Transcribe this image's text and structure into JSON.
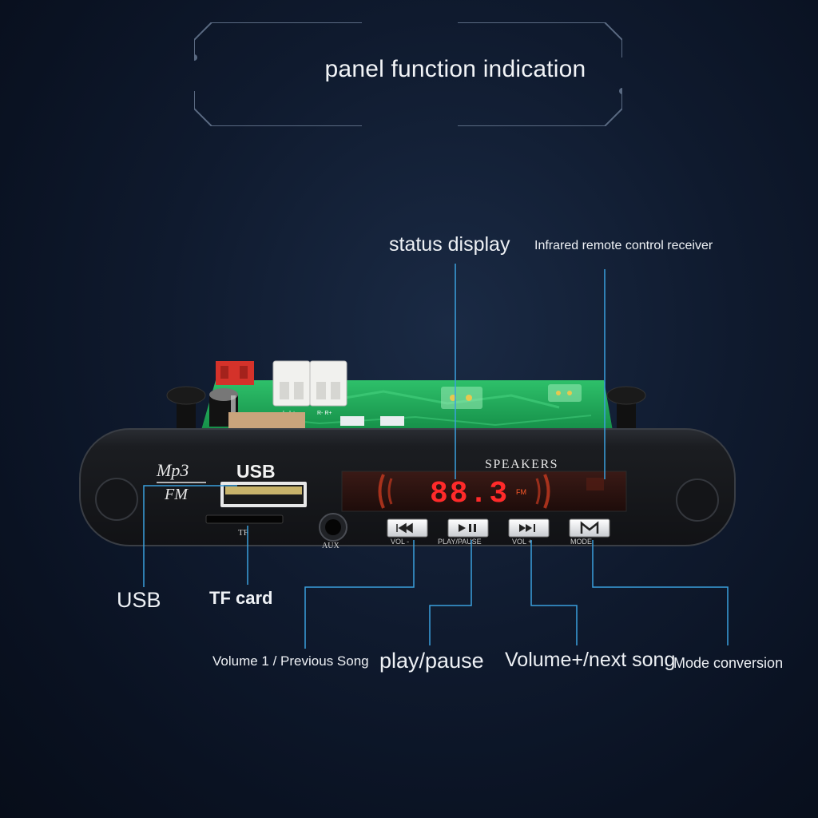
{
  "header": {
    "title": "panel function indication"
  },
  "callouts": {
    "status_display": "status display",
    "ir_receiver": "Infrared remote control receiver",
    "usb": "USB",
    "tf_card": "TF card",
    "volume_minus": "Volume 1 / Previous Song",
    "play_pause": "play/pause",
    "volume_plus": "Volume+/next song",
    "mode": "Mode conversion"
  },
  "panel": {
    "brand_top": "Mp3",
    "brand_bottom": "FM",
    "usb_label": "USB",
    "speakers_label": "SPEAKERS",
    "tf_label": "TF",
    "aux_label": "AUX",
    "display_value": "88.3",
    "display_unit": "FM",
    "button_labels": [
      "VOL -",
      "PLAY/PAUSE",
      "VOL +",
      "MODE"
    ],
    "pcb_labels": [
      "L- L+",
      "R- R+"
    ]
  },
  "colors": {
    "callout_line": "#3aa0dd",
    "display_led": "#ff2a2a",
    "pcb": "#1fa85a"
  }
}
